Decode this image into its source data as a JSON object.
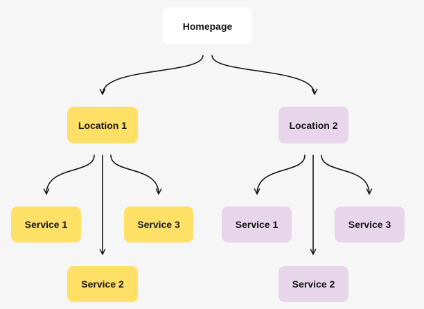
{
  "diagram": {
    "colors": {
      "background": "#f6f6f7",
      "root": "#ffffff",
      "location_1": "#ffe066",
      "location_2": "#e7d6ea",
      "arrow": "#151515"
    },
    "root": {
      "label": "Homepage"
    },
    "locations": [
      {
        "label": "Location 1",
        "services": [
          "Service 1",
          "Service 2",
          "Service 3"
        ]
      },
      {
        "label": "Location 2",
        "services": [
          "Service 1",
          "Service 2",
          "Service 3"
        ]
      }
    ]
  }
}
